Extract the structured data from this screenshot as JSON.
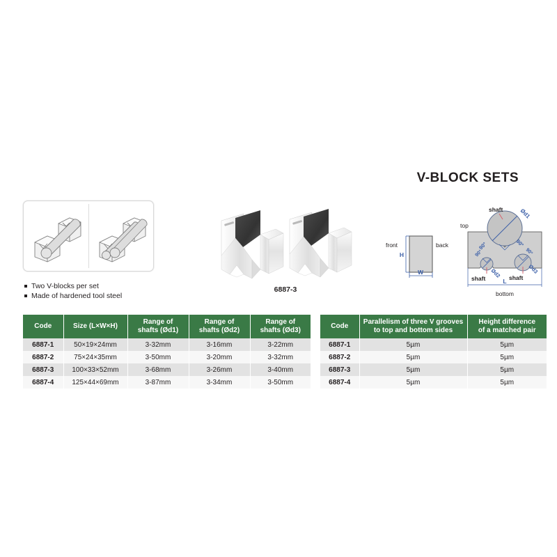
{
  "title": "V-BLOCK SETS",
  "features": [
    "Two V-blocks per set",
    "Made of hardened tool steel"
  ],
  "product_photo": {
    "caption": "6887-3",
    "alt": "two-v-blocks-photo"
  },
  "illustration": {
    "alt": "v-blocks-holding-shaft-line-art",
    "panels": [
      "single-shaft-on-two-v-blocks",
      "two-shafts-on-two-v-blocks"
    ]
  },
  "front_back_diagram": {
    "front_label": "front",
    "back_label": "back",
    "height_label": "H",
    "width_label": "W"
  },
  "cross_section_diagram": {
    "top_label": "top",
    "bottom_label": "bottom",
    "length_label": "L",
    "shaft_label_1": "shaft",
    "shaft_label_2": "shaft",
    "shaft_label_3": "shaft",
    "diameter_label_1": "Ød1",
    "diameter_label_2": "Ød2",
    "diameter_label_3": "Ød3",
    "angle_1": "90°",
    "angle_2": "90°",
    "angle_3": "90°",
    "angle_4": "90°"
  },
  "spec_table": {
    "headers": [
      "Code",
      "Size (L×W×H)",
      "Range of\nshafts (Ød1)",
      "Range of\nshafts (Ød2)",
      "Range of\nshafts (Ød3)"
    ],
    "header_lines": [
      [
        "Code",
        ""
      ],
      [
        "Size (L×W×H)",
        ""
      ],
      [
        "Range of",
        "shafts (Ød1)"
      ],
      [
        "Range of",
        "shafts (Ød2)"
      ],
      [
        "Range of",
        "shafts (Ød3)"
      ]
    ],
    "rows": [
      {
        "code": "6887-1",
        "size": "50×19×24mm",
        "d1": "3-32mm",
        "d2": "3-16mm",
        "d3": "3-22mm"
      },
      {
        "code": "6887-2",
        "size": "75×24×35mm",
        "d1": "3-50mm",
        "d2": "3-20mm",
        "d3": "3-32mm"
      },
      {
        "code": "6887-3",
        "size": "100×33×52mm",
        "d1": "3-68mm",
        "d2": "3-26mm",
        "d3": "3-40mm"
      },
      {
        "code": "6887-4",
        "size": "125×44×69mm",
        "d1": "3-87mm",
        "d2": "3-34mm",
        "d3": "3-50mm"
      }
    ]
  },
  "accuracy_table": {
    "header_lines": [
      [
        "Code",
        ""
      ],
      [
        "Parallelism of three V grooves",
        "to top and bottom sides"
      ],
      [
        "Height difference",
        "of a matched pair"
      ]
    ],
    "rows": [
      {
        "code": "6887-1",
        "parallelism": "5µm",
        "height_difference": "5µm"
      },
      {
        "code": "6887-2",
        "parallelism": "5µm",
        "height_difference": "5µm"
      },
      {
        "code": "6887-3",
        "parallelism": "5µm",
        "height_difference": "5µm"
      },
      {
        "code": "6887-4",
        "parallelism": "5µm",
        "height_difference": "5µm"
      }
    ]
  },
  "colors": {
    "header_green": "#3a7a46",
    "row_odd": "#e2e2e2",
    "row_even": "#f7f7f7",
    "text": "#231f20",
    "diagram_blue": "#3b5fa8",
    "metal_fill": "#cccccc"
  }
}
